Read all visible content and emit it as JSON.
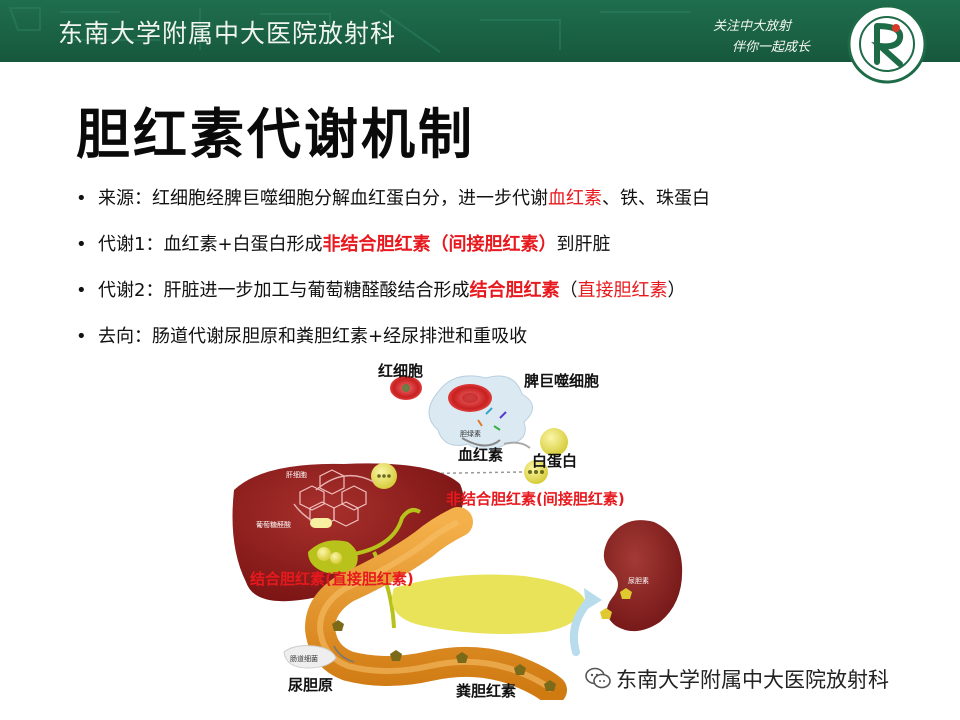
{
  "header": {
    "title": "东南大学附属中大医院放射科",
    "slogan_line1": "关注中大放射",
    "slogan_line2": "伴你一起成长"
  },
  "page_title": "胆红素代谢机制",
  "bullets": [
    {
      "a": "来源：红细胞经脾巨噬细胞分解血红蛋白分，进一步代谢",
      "b": "血红素",
      "c": "、铁、珠蛋白"
    },
    {
      "a": "代谢1：血红素+白蛋白形成",
      "b": "非结合胆红素（间接胆红素）",
      "c": "到肝脏"
    },
    {
      "a": "代谢2：肝脏进一步加工与葡萄糖醛酸结合形成",
      "b": "结合胆红素",
      "c": "（",
      "d": "直接胆红素",
      "e": "）"
    },
    {
      "a": "去向：肠道代谢尿胆原和粪胆红素+经尿排泄和重吸收"
    }
  ],
  "diagram": {
    "rbc": "红细胞",
    "macrophage": "脾巨噬细胞",
    "biliverdin": "胆绿素",
    "heme": "血红素",
    "albumin": "白蛋白",
    "unconjugated": "非结合胆红素(间接胆红素)",
    "hepatocyte": "肝细胞",
    "glucuronic": "葡萄糖醛酸",
    "conjugated": "结合胆红素(直接胆红素)",
    "urobilin": "尿胆素",
    "gut_bacteria": "肠道细菌",
    "urobilinogen": "尿胆原",
    "stercobilin": "粪胆红素"
  },
  "watermark": "东南大学附属中大医院放射科",
  "colors": {
    "header_green": "#1f6e4e",
    "highlight_red": "#e8191e",
    "liver": "#8e1a1a",
    "gallbladder": "#b9c21a",
    "pancreas": "#e9e35a",
    "intestine": "#e8961e",
    "kidney": "#8a1f1f"
  }
}
